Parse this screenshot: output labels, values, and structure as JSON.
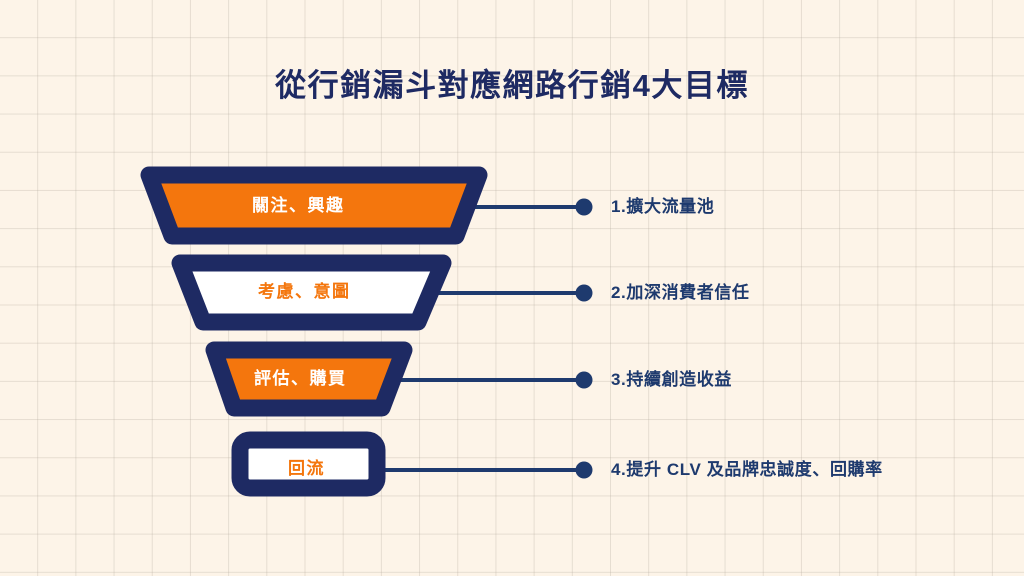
{
  "slide": {
    "title": "從行銷漏斗對應網路行銷4大目標",
    "background_color": "#fdf4e8",
    "grid_line_color": "#b0a89b"
  },
  "palette": {
    "navy": "#1e2a63",
    "orange": "#f4760d",
    "white": "#ffffff",
    "connector_navy": "#1e3a6e",
    "text_navy": "#1e3a6e"
  },
  "funnel": {
    "stages": [
      {
        "label": "關注、興趣",
        "fill": "#f4760d",
        "text_color": "#ffffff",
        "shape": "trapezoid",
        "level": 1
      },
      {
        "label": "考慮、意圖",
        "fill": "#ffffff",
        "text_color": "#f4760d",
        "shape": "trapezoid",
        "level": 2
      },
      {
        "label": "評估、購買",
        "fill": "#f4760d",
        "text_color": "#ffffff",
        "shape": "trapezoid",
        "level": 3
      },
      {
        "label": "回流",
        "fill": "#ffffff",
        "text_color": "#f4760d",
        "shape": "rounded-rect",
        "level": 4
      }
    ]
  },
  "goals": {
    "items": [
      {
        "text": "1.擴大流量池"
      },
      {
        "text": "2.加深消費者信任"
      },
      {
        "text": "3.持續創造收益"
      },
      {
        "text": "4.提升 CLV 及品牌忠誠度、回購率"
      }
    ]
  }
}
